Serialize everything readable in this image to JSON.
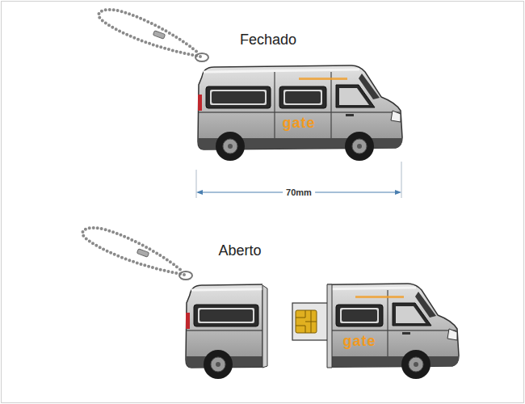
{
  "diagram": {
    "labels": [
      "Fechado",
      "70mm",
      "Aberto",
      "gate",
      "gate"
    ]
  }
}
